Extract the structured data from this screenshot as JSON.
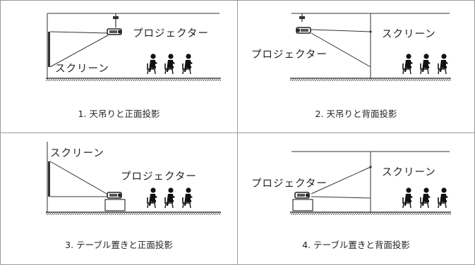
{
  "panels": [
    {
      "caption": "1. 天吊りと正面投影",
      "screen_label": "スクリーン",
      "projector_label": "プロジェクター"
    },
    {
      "caption": "2. 天吊りと背面投影",
      "screen_label": "スクリーン",
      "projector_label": "プロジェクター"
    },
    {
      "caption": "3. テーブル置きと正面投影",
      "screen_label": "スクリーン",
      "projector_label": "プロジェクター"
    },
    {
      "caption": "4. テーブル置きと背面投影",
      "screen_label": "スクリーン",
      "projector_label": "プロジェクター"
    }
  ]
}
